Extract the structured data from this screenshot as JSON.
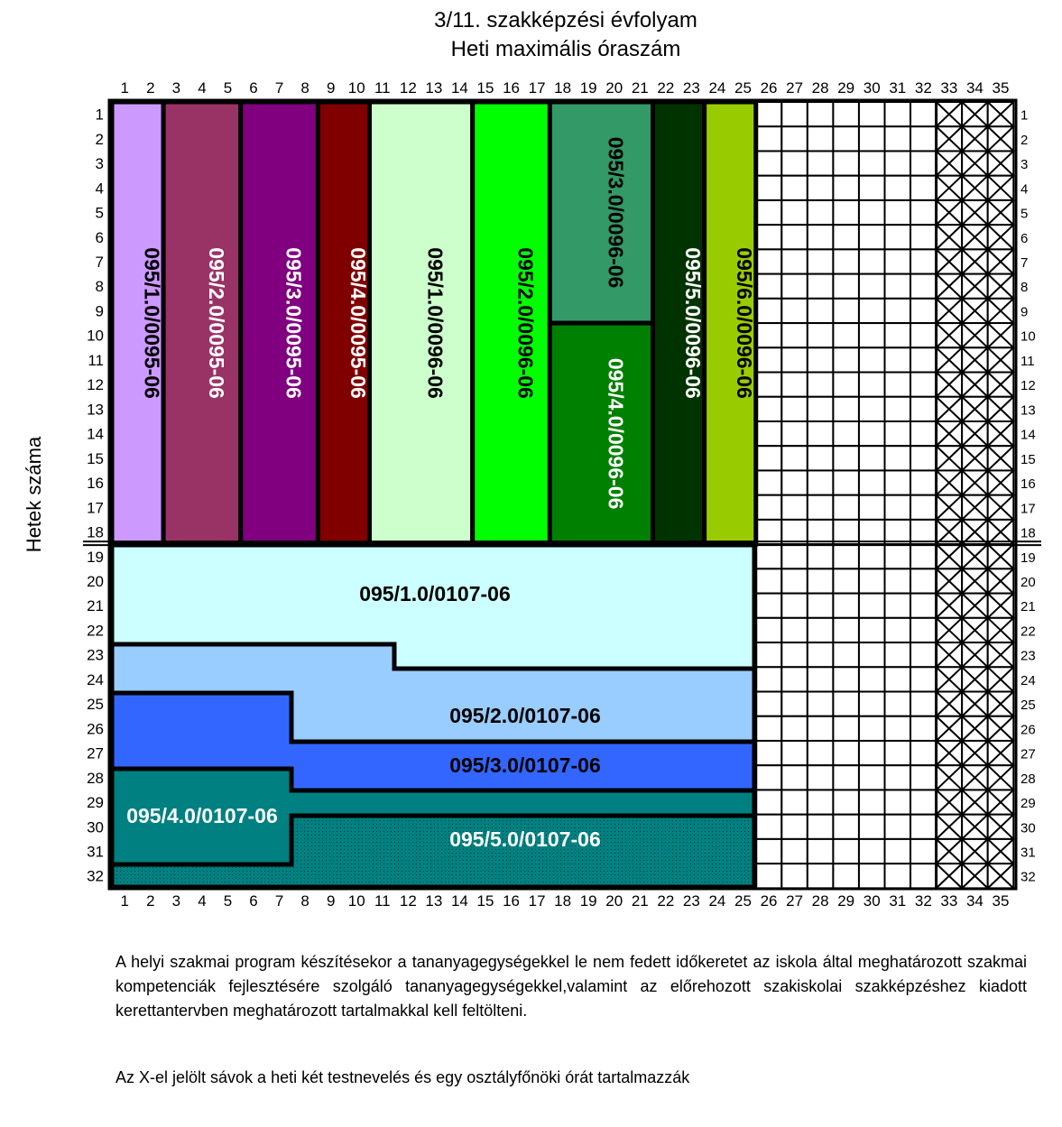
{
  "title": {
    "line1": "3/11. szakképzési évfolyam",
    "line2": "Heti maximális óraszám"
  },
  "axes": {
    "ylabel": "Hetek száma",
    "columns": 35,
    "weeks": 32,
    "split_after_week": 18
  },
  "blocks": [
    {
      "id": "095-1.0-0095-06",
      "label": "095/1.0/0095-06",
      "color": "#cc99ff",
      "text_color": "#000000",
      "orientation": "vertical",
      "cols": [
        1,
        2
      ],
      "weeks": [
        1,
        18
      ]
    },
    {
      "id": "095-2.0-0095-06",
      "label": "095/2.0/0095-06",
      "color": "#993366",
      "text_color": "#ffffff",
      "orientation": "vertical",
      "cols": [
        3,
        5
      ],
      "weeks": [
        1,
        18
      ]
    },
    {
      "id": "095-3.0-0095-06",
      "label": "095/3.0/0095-06",
      "color": "#800080",
      "text_color": "#ffffff",
      "orientation": "vertical",
      "cols": [
        6,
        8
      ],
      "weeks": [
        1,
        18
      ]
    },
    {
      "id": "095-4.0-0095-06",
      "label": "095/4.0/0095-06",
      "color": "#800000",
      "text_color": "#ffffff",
      "orientation": "vertical",
      "cols": [
        9,
        10
      ],
      "weeks": [
        1,
        18
      ]
    },
    {
      "id": "095-1.0-0096-06",
      "label": "095/1.0/0096-06",
      "color": "#ccffcc",
      "text_color": "#000000",
      "orientation": "vertical",
      "cols": [
        11,
        14
      ],
      "weeks": [
        1,
        18
      ]
    },
    {
      "id": "095-2.0-0096-06",
      "label": "095/2.0/0096-06",
      "color": "#00ff00",
      "text_color": "#000000",
      "orientation": "vertical",
      "cols": [
        15,
        17
      ],
      "weeks": [
        1,
        18
      ]
    },
    {
      "id": "095-3.0-0096-06",
      "label": "095/3.0/0096-06",
      "color": "#339966",
      "text_color": "#000000",
      "orientation": "vertical",
      "cols": [
        18,
        21
      ],
      "weeks": [
        1,
        9
      ]
    },
    {
      "id": "095-4.0-0096-06",
      "label": "095/4.0/0096-06",
      "color": "#008000",
      "text_color": "#ffffff",
      "orientation": "vertical",
      "cols": [
        18,
        21
      ],
      "weeks": [
        10,
        18
      ]
    },
    {
      "id": "095-5.0-0096-06",
      "label": "095/5.0/0096-06",
      "color": "#003300",
      "text_color": "#ffffff",
      "orientation": "vertical",
      "cols": [
        22,
        23
      ],
      "weeks": [
        1,
        18
      ]
    },
    {
      "id": "095-6.0-0096-06",
      "label": "095/6.0/0096-06",
      "color": "#99cc00",
      "text_color": "#000000",
      "orientation": "vertical",
      "cols": [
        24,
        25
      ],
      "weeks": [
        1,
        18
      ]
    },
    {
      "id": "095-1.0-0107-06",
      "label": "095/1.0/0107-06",
      "color": "#ccffff",
      "text_color": "#000000",
      "orientation": "horizontal",
      "cols": [
        1,
        25
      ],
      "weeks": [
        19,
        23.5
      ]
    },
    {
      "id": "095-2.0-0107-06",
      "label": "095/2.0/0107-06",
      "color": "#99ccff",
      "text_color": "#000000",
      "orientation": "horizontal",
      "cols": [
        1,
        25
      ],
      "weeks": [
        23.5,
        26.5
      ]
    },
    {
      "id": "095-3.0-0107-06",
      "label": "095/3.0/0107-06",
      "color": "#3366ff",
      "text_color": "#000000",
      "orientation": "horizontal",
      "cols": [
        1,
        25
      ],
      "weeks": [
        25,
        28.5
      ]
    },
    {
      "id": "095-4.0-0107-06",
      "label": "095/4.0/0107-06",
      "color": "#008080",
      "text_color": "#ffffff",
      "orientation": "horizontal",
      "cols": [
        1,
        25
      ],
      "weeks": [
        28.5,
        31.5
      ]
    },
    {
      "id": "095-5.0-0107-06",
      "label": "095/5.0/0107-06",
      "color": "#008080",
      "text_color": "#ffffff",
      "orientation": "horizontal",
      "pattern": "dotted",
      "cols": [
        8,
        25
      ],
      "weeks": [
        30,
        32
      ]
    }
  ],
  "empty_grid": {
    "cols": [
      26,
      32
    ],
    "weeks": [
      1,
      32
    ]
  },
  "crossed_grid": {
    "cols": [
      33,
      35
    ],
    "weeks": [
      1,
      32
    ]
  },
  "notes": {
    "paragraph1": "A helyi szakmai program készítésekor a tananyagegységekkel le nem fedett időkeretet az iskola által meghatározott szakmai kompetenciák fejlesztésére szolgáló tananyagegységekkel,valamint az előrehozott szakiskolai szakképzéshez kiadott kerettantervben meghatározott tartalmakkal kell feltölteni.",
    "paragraph2": "Az X-el jelölt sávok a heti két testnevelés és egy osztályfőnöki órát tartalmazzák"
  }
}
